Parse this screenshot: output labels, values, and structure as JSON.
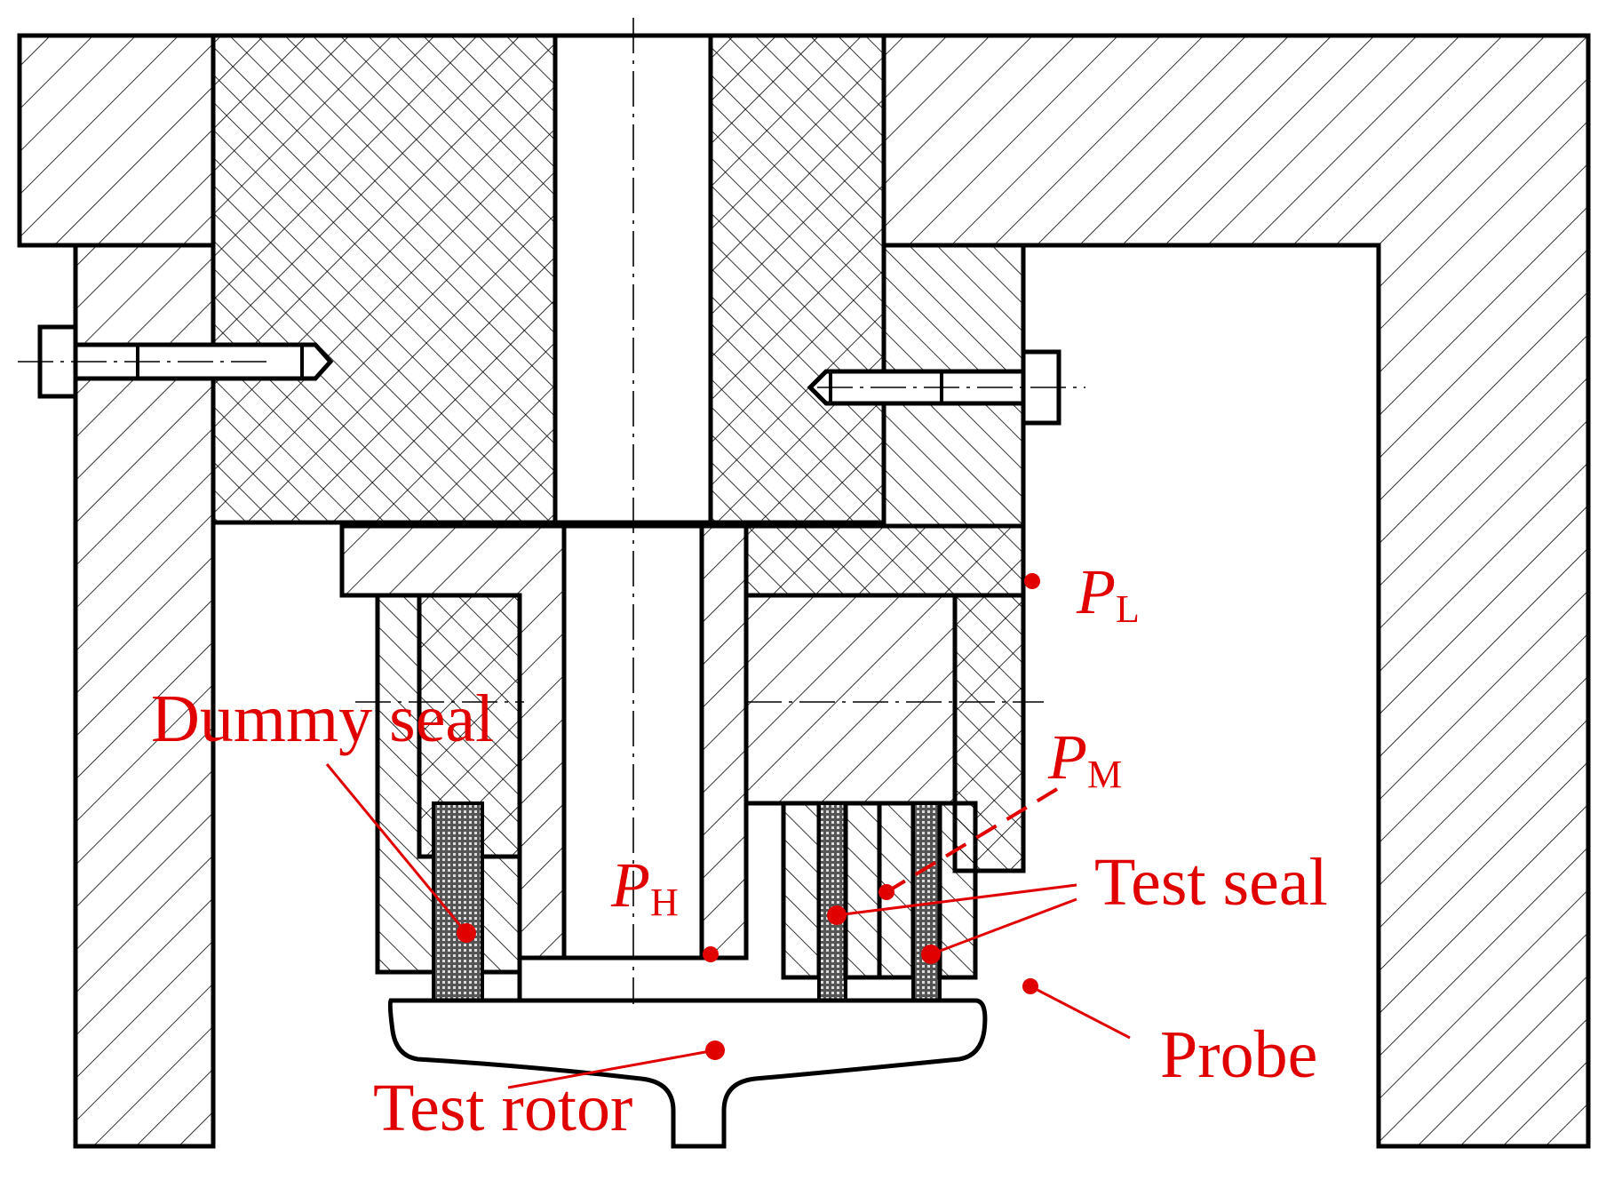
{
  "labels": {
    "dummy_seal": "Dummy seal",
    "test_seal": "Test seal",
    "test_rotor": "Test rotor",
    "probe": "Probe",
    "p_low": {
      "symbol": "P",
      "subscript": "L"
    },
    "p_mid": {
      "symbol": "P",
      "subscript": "M"
    },
    "p_high": {
      "symbol": "P",
      "subscript": "H"
    }
  },
  "colors": {
    "annotation": "#e00000",
    "line": "#000000",
    "background": "#ffffff"
  }
}
